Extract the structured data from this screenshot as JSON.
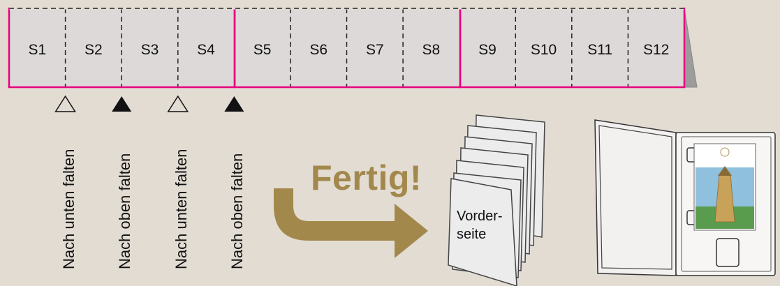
{
  "strip": {
    "pages": [
      "S1",
      "S2",
      "S3",
      "S4",
      "S5",
      "S6",
      "S7",
      "S8",
      "S9",
      "S10",
      "S11",
      "S12"
    ]
  },
  "folds": [
    {
      "label": "Nach unten falten",
      "marker": "triangle-outline"
    },
    {
      "label": "Nach oben falten",
      "marker": "triangle-filled"
    },
    {
      "label": "Nach unten falten",
      "marker": "triangle-outline"
    },
    {
      "label": "Nach oben falten",
      "marker": "triangle-filled"
    }
  ],
  "done_label": "Fertig!",
  "front_label_line1": "Vorder-",
  "front_label_line2": "seite",
  "colors": {
    "background": "#e2dcd3",
    "panel": "#ddd9d8",
    "accent_border": "#e6007e",
    "arrow": "#a3884c",
    "fold_marker": "#111111"
  },
  "icons": [
    "outline-triangle-icon",
    "filled-triangle-icon",
    "curved-arrow-icon",
    "folded-booklet-icon",
    "game-case-icon"
  ]
}
